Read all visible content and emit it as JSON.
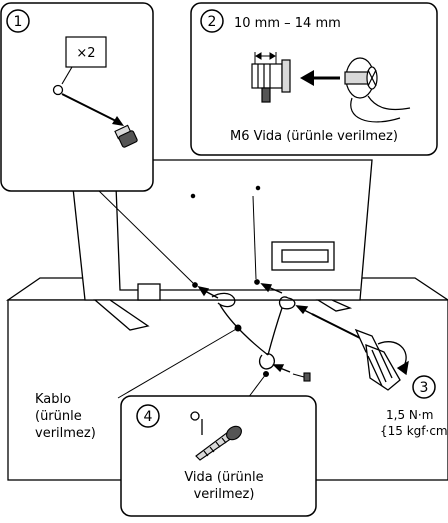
{
  "step1": {
    "number": "1",
    "quantity": "×2"
  },
  "step2": {
    "number": "2",
    "dimension": "10 mm – 14 mm",
    "caption": "M6 Vida (ürünle verilmez)"
  },
  "step3": {
    "number": "3",
    "torque_line1": "1,5 N·m",
    "torque_line2": "{15 kgf·cm}"
  },
  "step4": {
    "number": "4",
    "caption_line1": "Vida (ürünle",
    "caption_line2": "verilmez)"
  },
  "cable": {
    "line1": "Kablo",
    "line2": "(ürünle",
    "line3": "verilmez)"
  },
  "colors": {
    "line": "#000000",
    "fill": "#ffffff",
    "shade": "#d9d9d9",
    "dark": "#555555"
  }
}
